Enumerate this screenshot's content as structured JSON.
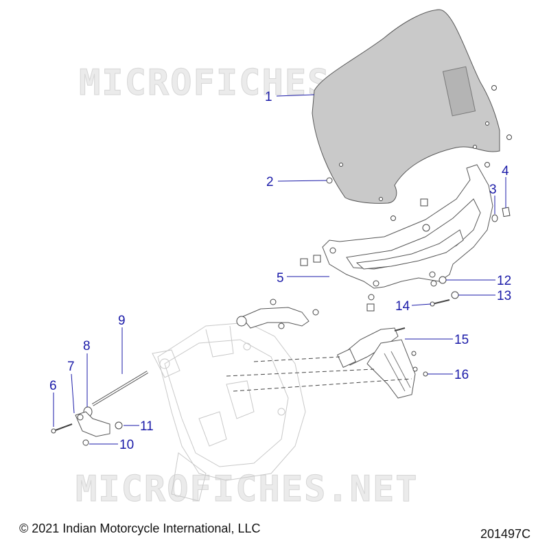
{
  "watermark": "MICROFICHES.NET",
  "copyright": "© 2021 Indian Motorcycle International, LLC",
  "diagram_code": "201497C",
  "callouts": [
    "1",
    "2",
    "3",
    "4",
    "5",
    "6",
    "7",
    "8",
    "9",
    "10",
    "11",
    "12",
    "13",
    "14",
    "15",
    "16"
  ],
  "colors": {
    "callout": "#1a1aa8",
    "windshield_tint": "#c9c9c9",
    "watermark": "#e6e6e6"
  }
}
